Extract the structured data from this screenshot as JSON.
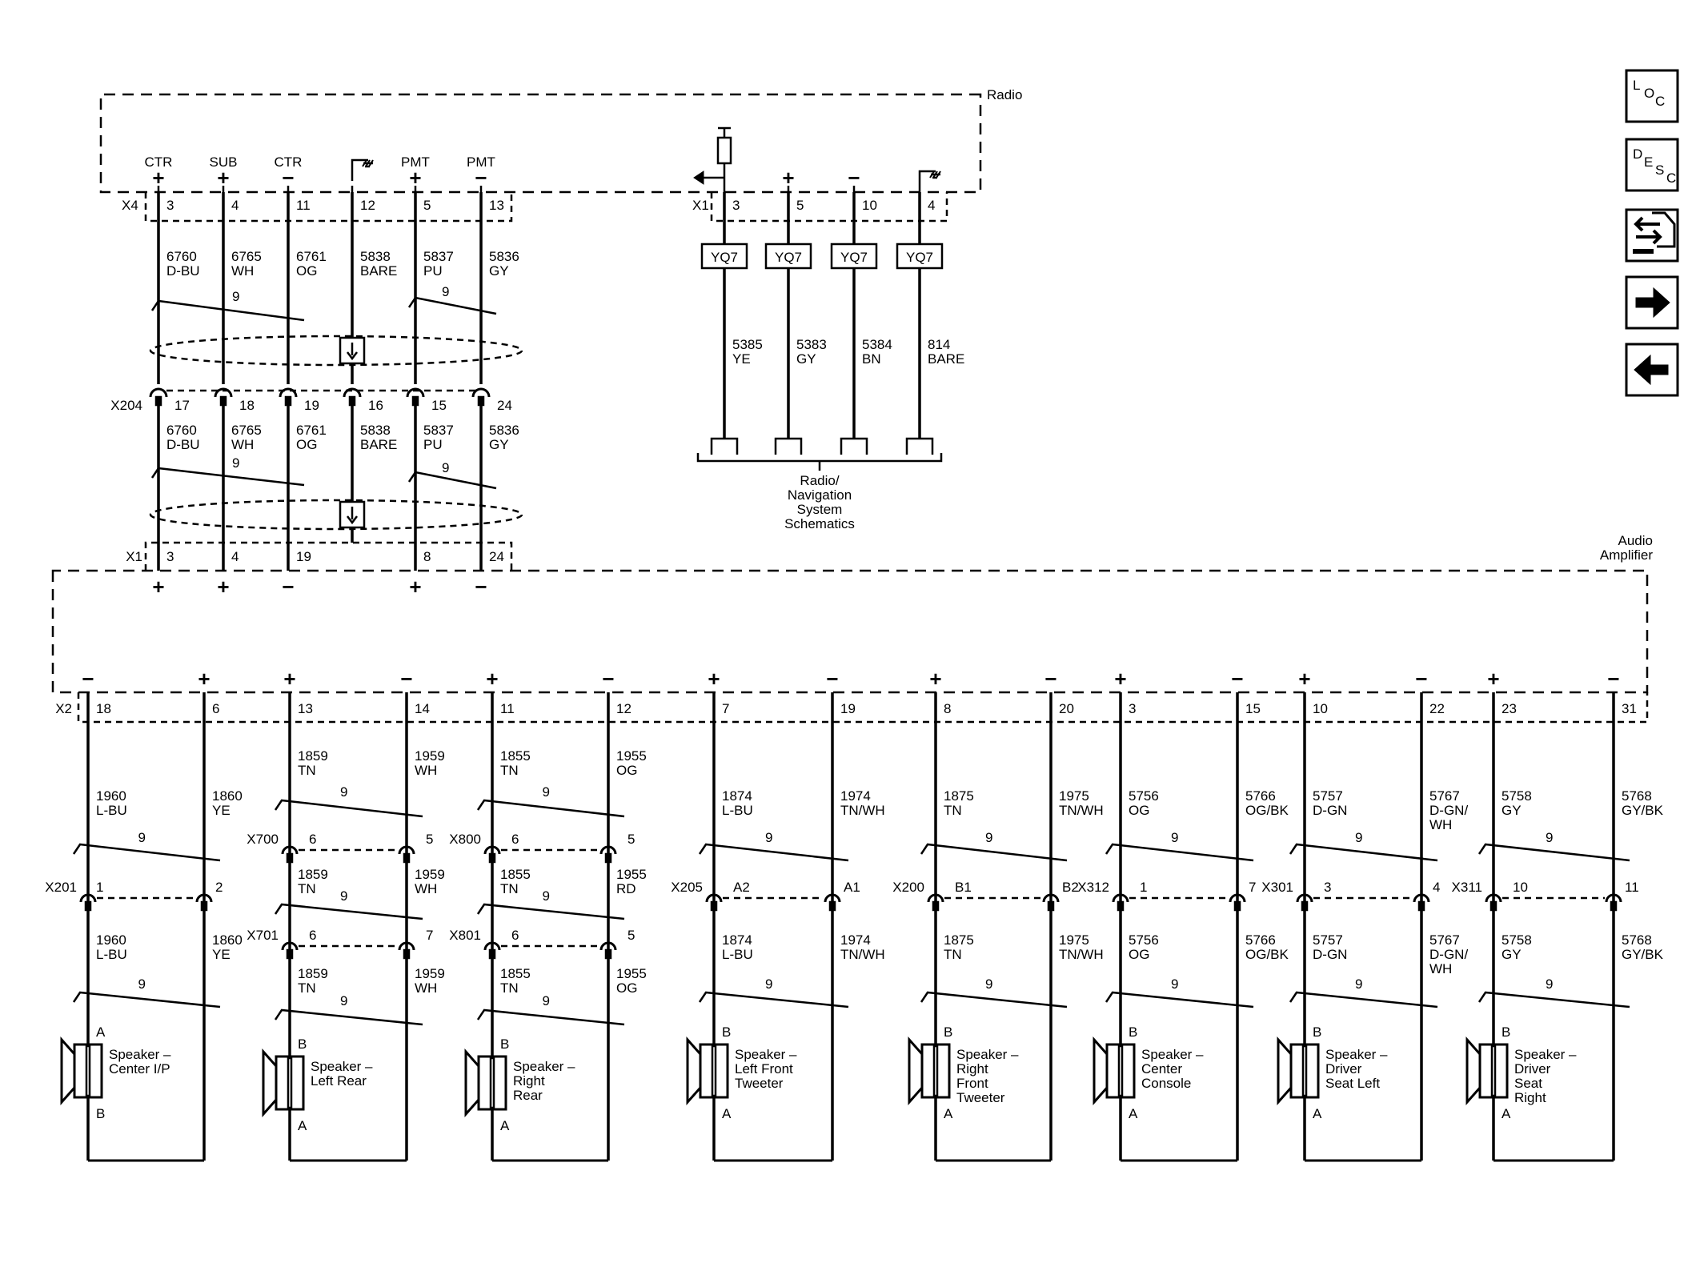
{
  "radio": {
    "label": "Radio",
    "x4": {
      "name": "X4",
      "pins": [
        {
          "pin": "3",
          "label": "CTR",
          "sign": "+",
          "circuit": "6760",
          "color": "D-BU"
        },
        {
          "pin": "4",
          "label": "SUB",
          "sign": "+",
          "circuit": "6765",
          "color": "WH"
        },
        {
          "pin": "11",
          "label": "CTR",
          "sign": "−",
          "circuit": "6761",
          "color": "OG"
        },
        {
          "pin": "12",
          "label": "",
          "sign": "ground",
          "circuit": "5838",
          "color": "BARE"
        },
        {
          "pin": "5",
          "label": "PMT",
          "sign": "+",
          "circuit": "5837",
          "color": "PU"
        },
        {
          "pin": "13",
          "label": "PMT",
          "sign": "−",
          "circuit": "5836",
          "color": "GY"
        }
      ]
    },
    "x1": {
      "name": "X1",
      "pins": [
        {
          "pin": "3",
          "sign": "resistor",
          "option": "YQ7",
          "circuit": "5385",
          "color": "YE"
        },
        {
          "pin": "5",
          "sign": "+",
          "option": "YQ7",
          "circuit": "5383",
          "color": "GY"
        },
        {
          "pin": "10",
          "sign": "−",
          "option": "YQ7",
          "circuit": "5384",
          "color": "BN"
        },
        {
          "pin": "4",
          "sign": "ground",
          "option": "YQ7",
          "circuit": "814",
          "color": "BARE"
        }
      ]
    },
    "reference": [
      "Radio/",
      "Navigation",
      "System",
      "Schematics"
    ]
  },
  "x204": {
    "name": "X204",
    "pins": [
      {
        "pin": "17",
        "circuit": "6760",
        "color": "D-BU"
      },
      {
        "pin": "18",
        "circuit": "6765",
        "color": "WH"
      },
      {
        "pin": "19",
        "circuit": "6761",
        "color": "OG"
      },
      {
        "pin": "16",
        "circuit": "5838",
        "color": "BARE"
      },
      {
        "pin": "15",
        "circuit": "5837",
        "color": "PU"
      },
      {
        "pin": "24",
        "circuit": "5836",
        "color": "GY"
      }
    ]
  },
  "twist_label": "9",
  "amplifier": {
    "label_lines": [
      "Audio",
      "Amplifier"
    ],
    "x1": {
      "name": "X1",
      "pins": [
        {
          "pin": "3",
          "sign": "+"
        },
        {
          "pin": "4",
          "sign": "+"
        },
        {
          "pin": "19",
          "sign": "−"
        },
        {
          "pin": "8",
          "sign": "+"
        },
        {
          "pin": "24",
          "sign": "−"
        }
      ]
    },
    "x2": {
      "name": "X2",
      "pins": [
        {
          "pin": "18",
          "sign": "−"
        },
        {
          "pin": "6",
          "sign": "+"
        },
        {
          "pin": "13",
          "sign": "+"
        },
        {
          "pin": "14",
          "sign": "−"
        },
        {
          "pin": "11",
          "sign": "+"
        },
        {
          "pin": "12",
          "sign": "−"
        },
        {
          "pin": "7",
          "sign": "+"
        },
        {
          "pin": "19",
          "sign": "−"
        },
        {
          "pin": "8",
          "sign": "+"
        },
        {
          "pin": "20",
          "sign": "−"
        },
        {
          "pin": "3",
          "sign": "+"
        },
        {
          "pin": "15",
          "sign": "−"
        },
        {
          "pin": "10",
          "sign": "+"
        },
        {
          "pin": "22",
          "sign": "−"
        },
        {
          "pin": "23",
          "sign": "+"
        },
        {
          "pin": "31",
          "sign": "−"
        }
      ]
    }
  },
  "channels": [
    {
      "speaker": [
        "Speaker –",
        "Center I/P"
      ],
      "top_term": "A",
      "bottom_term": "B",
      "wires": [
        {
          "segments": [
            {
              "circuit": "1960",
              "color": "L-BU"
            },
            {
              "circuit": "1960",
              "color": "L-BU"
            }
          ]
        },
        {
          "segments": [
            {
              "circuit": "1860",
              "color": "YE"
            },
            {
              "circuit": "1860",
              "color": "YE"
            }
          ]
        }
      ],
      "connectors": [
        {
          "name": "X201",
          "pins": [
            "1",
            "2"
          ]
        }
      ]
    },
    {
      "speaker": [
        "Speaker –",
        "Left Rear"
      ],
      "top_term": "B",
      "bottom_term": "A",
      "wires": [
        {
          "segments": [
            {
              "circuit": "1859",
              "color": "TN"
            },
            {
              "circuit": "1859",
              "color": "TN"
            },
            {
              "circuit": "1859",
              "color": "TN"
            }
          ]
        },
        {
          "segments": [
            {
              "circuit": "1959",
              "color": "WH"
            },
            {
              "circuit": "1959",
              "color": "WH"
            },
            {
              "circuit": "1959",
              "color": "WH"
            }
          ]
        }
      ],
      "connectors": [
        {
          "name": "X700",
          "pins": [
            "6",
            "5"
          ]
        },
        {
          "name": "X701",
          "pins": [
            "6",
            "7"
          ]
        }
      ]
    },
    {
      "speaker": [
        "Speaker –",
        "Right",
        "Rear"
      ],
      "top_term": "B",
      "bottom_term": "A",
      "wires": [
        {
          "segments": [
            {
              "circuit": "1855",
              "color": "TN"
            },
            {
              "circuit": "1855",
              "color": "TN"
            },
            {
              "circuit": "1855",
              "color": "TN"
            }
          ]
        },
        {
          "segments": [
            {
              "circuit": "1955",
              "color": "OG"
            },
            {
              "circuit": "1955",
              "color": "RD"
            },
            {
              "circuit": "1955",
              "color": "OG"
            }
          ]
        }
      ],
      "connectors": [
        {
          "name": "X800",
          "pins": [
            "6",
            "5"
          ]
        },
        {
          "name": "X801",
          "pins": [
            "6",
            "5"
          ]
        }
      ]
    },
    {
      "speaker": [
        "Speaker –",
        "Left Front",
        "Tweeter"
      ],
      "top_term": "B",
      "bottom_term": "A",
      "wires": [
        {
          "segments": [
            {
              "circuit": "1874",
              "color": "L-BU"
            },
            {
              "circuit": "1874",
              "color": "L-BU"
            }
          ]
        },
        {
          "segments": [
            {
              "circuit": "1974",
              "color": "TN/WH"
            },
            {
              "circuit": "1974",
              "color": "TN/WH"
            }
          ]
        }
      ],
      "connectors": [
        {
          "name": "X205",
          "pins": [
            "A2",
            "A1"
          ]
        }
      ]
    },
    {
      "speaker": [
        "Speaker –",
        "Right",
        "Front",
        "Tweeter"
      ],
      "top_term": "B",
      "bottom_term": "A",
      "wires": [
        {
          "segments": [
            {
              "circuit": "1875",
              "color": "TN"
            },
            {
              "circuit": "1875",
              "color": "TN"
            }
          ]
        },
        {
          "segments": [
            {
              "circuit": "1975",
              "color": "TN/WH"
            },
            {
              "circuit": "1975",
              "color": "TN/WH"
            }
          ]
        }
      ],
      "connectors": [
        {
          "name": "X200",
          "pins": [
            "B1",
            "B2"
          ]
        }
      ]
    },
    {
      "speaker": [
        "Speaker –",
        "Center",
        "Console"
      ],
      "top_term": "B",
      "bottom_term": "A",
      "wires": [
        {
          "segments": [
            {
              "circuit": "5756",
              "color": "OG"
            },
            {
              "circuit": "5756",
              "color": "OG"
            }
          ]
        },
        {
          "segments": [
            {
              "circuit": "5766",
              "color": "OG/BK"
            },
            {
              "circuit": "5766",
              "color": "OG/BK"
            }
          ]
        }
      ],
      "connectors": [
        {
          "name": "X312",
          "pins": [
            "1",
            "7"
          ]
        }
      ]
    },
    {
      "speaker": [
        "Speaker –",
        "Driver",
        "Seat Left"
      ],
      "top_term": "B",
      "bottom_term": "A",
      "wires": [
        {
          "segments": [
            {
              "circuit": "5757",
              "color": "D-GN"
            },
            {
              "circuit": "5757",
              "color": "D-GN"
            }
          ]
        },
        {
          "segments": [
            {
              "circuit": "5767",
              "color": "D-GN/ WH"
            },
            {
              "circuit": "5767",
              "color": "D-GN/ WH"
            }
          ]
        }
      ],
      "connectors": [
        {
          "name": "X301",
          "pins": [
            "3",
            "4"
          ]
        }
      ]
    },
    {
      "speaker": [
        "Speaker –",
        "Driver",
        "Seat",
        "Right"
      ],
      "top_term": "B",
      "bottom_term": "A",
      "wires": [
        {
          "segments": [
            {
              "circuit": "5758",
              "color": "GY"
            },
            {
              "circuit": "5758",
              "color": "GY"
            }
          ]
        },
        {
          "segments": [
            {
              "circuit": "5768",
              "color": "GY/BK"
            },
            {
              "circuit": "5768",
              "color": "GY/BK"
            }
          ]
        }
      ],
      "connectors": [
        {
          "name": "X311",
          "pins": [
            "10",
            "11"
          ]
        }
      ]
    }
  ],
  "nav_buttons": [
    {
      "name": "loc-button",
      "icon": "loc-icon",
      "letters": [
        "L",
        "O",
        "C"
      ]
    },
    {
      "name": "desc-button",
      "icon": "desc-icon",
      "letters": [
        "D",
        "E",
        "S",
        "C"
      ]
    },
    {
      "name": "connector-views-button",
      "icon": "connector-arrows-icon"
    },
    {
      "name": "next-page-button",
      "icon": "arrow-right-icon"
    },
    {
      "name": "previous-page-button",
      "icon": "arrow-left-icon"
    }
  ]
}
